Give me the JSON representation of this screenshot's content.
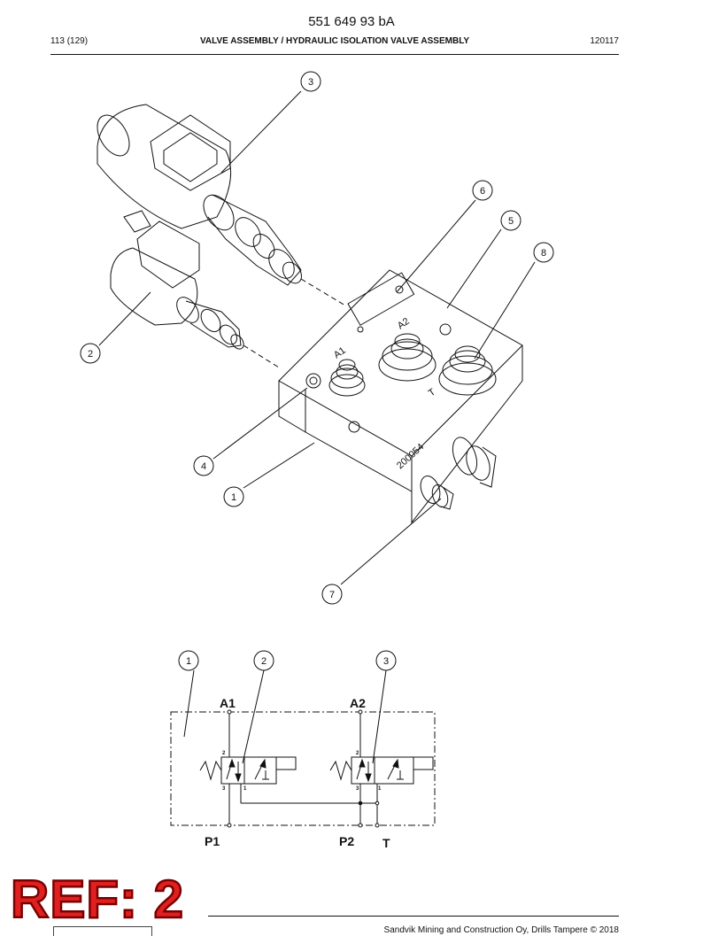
{
  "header": {
    "doc_number": "551 649 93 bA",
    "page_count": "113 (129)",
    "title": "VALVE ASSEMBLY / HYDRAULIC ISOLATION VALVE ASSEMBLY",
    "date_code": "120117"
  },
  "drawing": {
    "block_stamp": "200054",
    "port_labels": {
      "a1": "A1",
      "a2": "A2",
      "t": "T"
    },
    "callouts": [
      "3",
      "6",
      "5",
      "8",
      "2",
      "4",
      "1",
      "7"
    ]
  },
  "schematic": {
    "callouts": [
      "1",
      "2",
      "3"
    ],
    "ports": {
      "a1": "A1",
      "a2": "A2",
      "p1": "P1",
      "p2": "P2",
      "t": "T"
    },
    "valve_port_numbers": [
      "2",
      "3",
      "1"
    ]
  },
  "stamp": {
    "text": "REF: 2"
  },
  "footer": {
    "copyright": "Sandvik Mining and Construction Oy, Drills Tampere © 2018"
  },
  "colors": {
    "stamp_fill": "#e02020",
    "stamp_outline": "#7a0000",
    "line": "#111111"
  }
}
